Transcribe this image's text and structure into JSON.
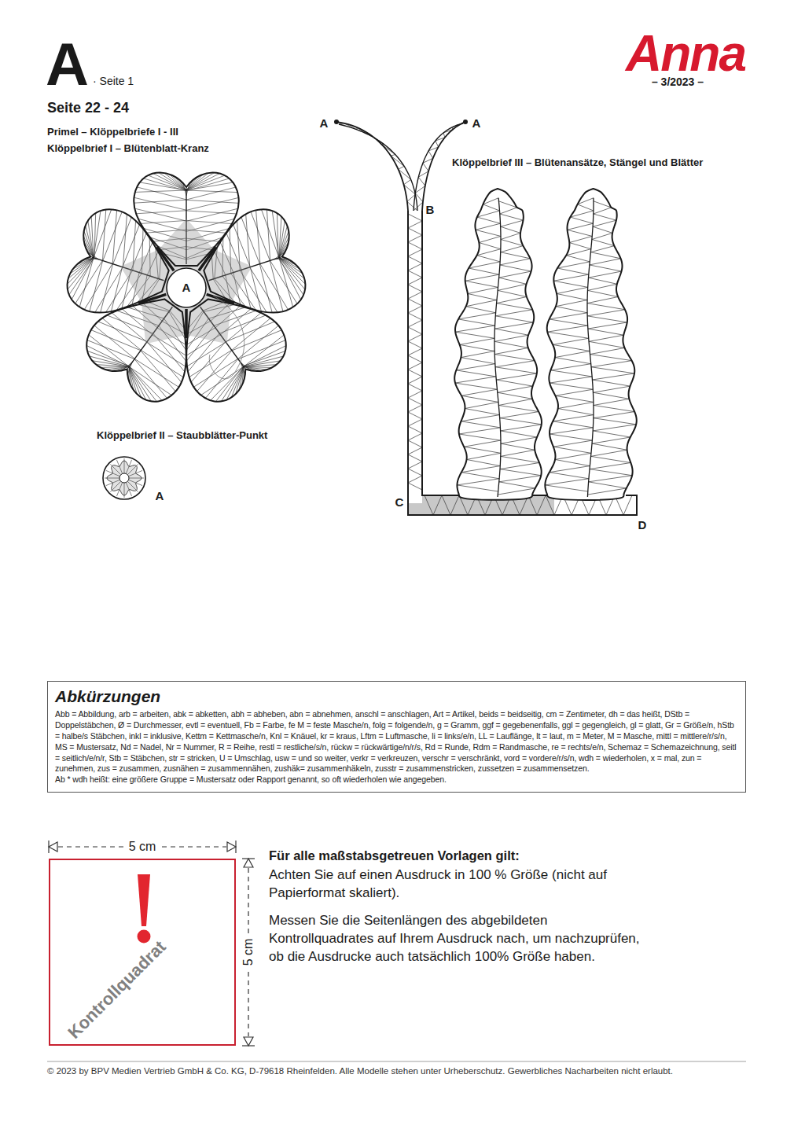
{
  "diagram": {
    "title": "Primel – Klöppelbriefe I - III",
    "caption": "© 2023 by BPV Medien Vertrieb GmbH & Co. KG, D-79618 Rheinfelden. Alle Modelle stehen unter Urheberschutz. Gewerbliches Nacharbeiten nicht erlaubt.",
    "nodes": [
      {
        "text": [
          "Abkürzungen",
          "Abb = Abbildung, arb = arbeiten, abk = abketten, abh = abheben, abn = abnehmen, anschl = anschlagen, Art = Artikel, beids = beidseitig, cm = Zentimeter, dh = das heißt, DStb = Doppelstäbchen, Ø = Durchmesser, evtl = eventuell, Fb = Farbe, fe M = feste Masche/n, folg = folgende/n, g = Gramm, ggf = gegebenenfalls, ggl = gegengleich, gl = glatt, Gr = Größe/n, hStb = halbe/s Stäbchen, inkl = inklusive, Kettm = Kettmasche/n, Knl = Knäuel, kr = kraus, Lftm = Luftmasche, li = links/e/n, LL = Lauflänge, lt = laut, m = Meter, M = Masche, mittl = mittlere/r/s/n, MS = Mustersatz, Nd = Nadel, Nr = Nummer, R = Reihe, restl = restliche/s/n, rückw = rückwärtige/n/r/s, Rd = Runde, Rdm = Randmasche, re = rechts/e/n, Schemaz = Schemazeichnung, seitl = seitlich/e/n/r, Stb = Stäbchen, str = stricken, U = Umschlag, usw = und so weiter, verkr = verkreuzen, verschr = verschränkt, vord = vordere/r/s/n, wdh = wiederholen, x = mal, zun = zunehmen, zus = zusammen, zusnähen = zusammennähen, zushäk= zusammenhäkeln, zusstr = zusammenstricken, zussetzen = zusammensetzen.",
          "Ab * wdh heißt: eine größere Gruppe = Mustersatz oder Rapport genannt, so oft wiederholen wie angegeben."
        ]
      },
      {
        "text": [
          "Kontrollquadrat"
        ]
      }
    ],
    "labels": [
      "A",
      "· Seite 1",
      "Anna",
      "– 3/2023 –",
      "Seite 22 - 24",
      "Klöppelbrief I – Blütenblatt-Kranz",
      "A",
      "Klöppelbrief II – Staubblätter-Punkt",
      "A",
      "A",
      "A",
      "Klöppelbrief III – Blütenansätze, Stängel und Blätter",
      "B",
      "C",
      "D",
      "5 cm",
      "5 cm",
      "Für alle maßstabsgetreuen Vorlagen gilt:",
      "Achten Sie auf einen Ausdruck in 100 % Größe (nicht auf Papierformat skaliert).",
      "Messen Sie die Seitenlängen des abgebildeten Kontrollquadrates auf Ihrem Ausdruck nach, um nachzuprüfen, ob die Ausdrucke auch tatsächlich 100% Größe haben."
    ]
  }
}
